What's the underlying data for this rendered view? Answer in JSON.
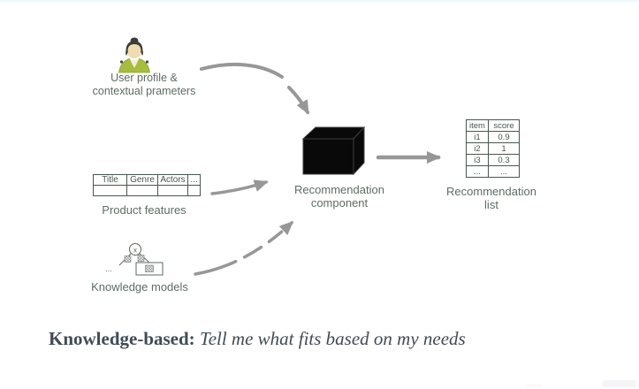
{
  "slide": {
    "nodes": {
      "user_input": {
        "line1": "User profile &",
        "line2": "contextual prameters"
      },
      "product_features": {
        "label": "Product features",
        "headers": [
          "Title",
          "Genre",
          "Actors",
          "..."
        ]
      },
      "knowledge_models": {
        "label": "Knowledge models",
        "root_symbol": "x",
        "left_leaf": "..."
      },
      "component": {
        "line1": "Recommendation",
        "line2": "component"
      },
      "recommendation_list": {
        "line1": "Recommendation",
        "line2": "list",
        "headers": [
          "item",
          "score"
        ],
        "rows": [
          [
            "i1",
            "0.9"
          ],
          [
            "i2",
            "1"
          ],
          [
            "i3",
            "0.3"
          ],
          [
            "...",
            "..."
          ]
        ]
      }
    },
    "caption": {
      "term": "Knowledge-based:",
      "definition": "Tell me what fits based on my needs"
    },
    "icons": {
      "user_input": "user-person-icon",
      "knowledge_models": "decision-tree-icon",
      "component": "black-box-icon"
    },
    "colors": {
      "arrow": "#979797",
      "box": "#090909",
      "table_border": "#47574d",
      "label_text": "#5d6d63",
      "icon_green": "#a6bd3d",
      "caption_text": "#414b55"
    }
  }
}
